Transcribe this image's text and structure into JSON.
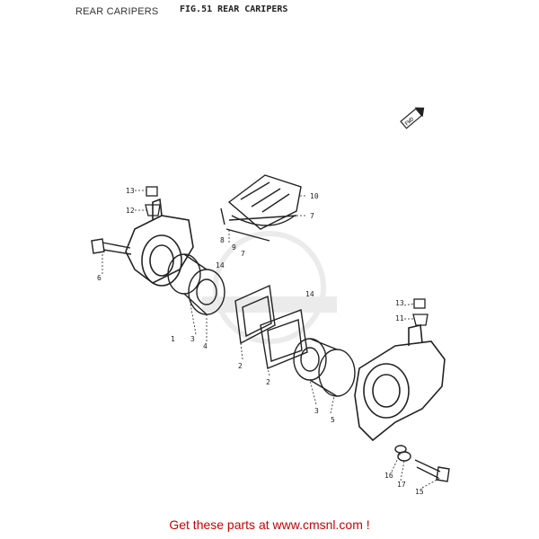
{
  "header": {
    "page_title": "REAR CARIPERS",
    "figure_label": "FIG.51  REAR CARIPERS"
  },
  "diagram": {
    "direction_label": "FWD",
    "callouts": [
      "13",
      "12",
      "6",
      "8",
      "9",
      "7",
      "10",
      "7",
      "14",
      "1",
      "3",
      "4",
      "2",
      "2",
      "14",
      "3",
      "5",
      "13",
      "11",
      "16",
      "17",
      "15"
    ]
  },
  "footer": {
    "text": "Get these parts at www.cmsnl.com !"
  },
  "colors": {
    "ink": "#222222",
    "footer_text": "#cc0000",
    "watermark": "#c8c8c8"
  }
}
